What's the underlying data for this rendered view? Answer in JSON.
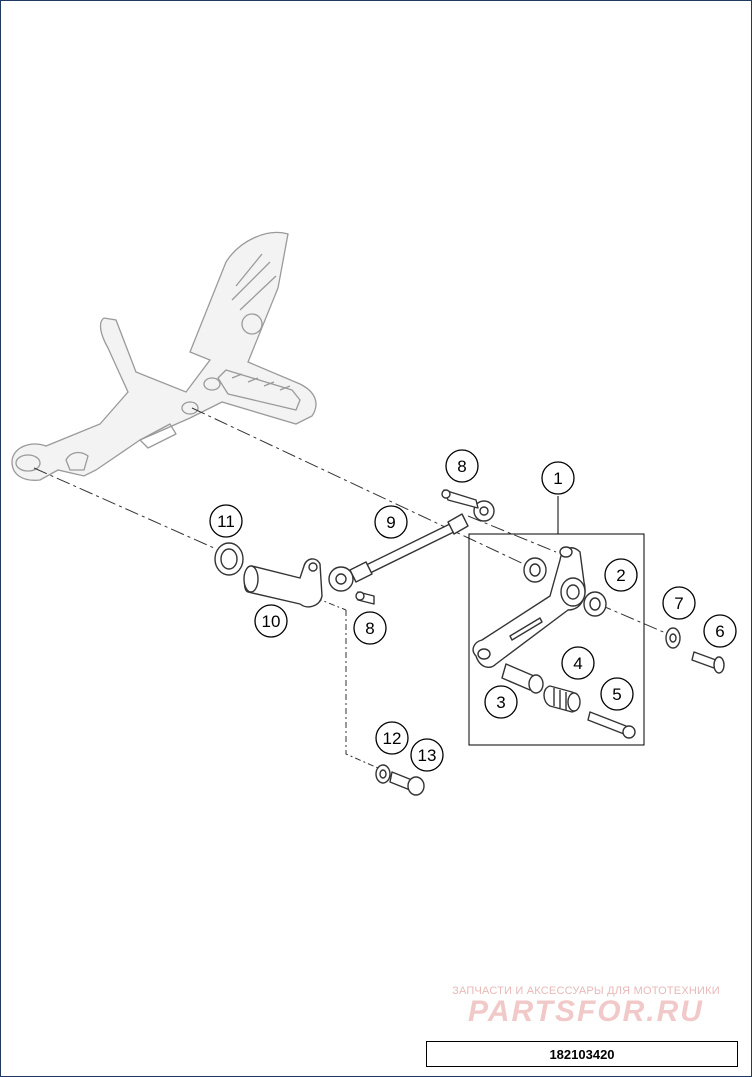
{
  "callouts": {
    "c1": "1",
    "c2": "2",
    "c3": "3",
    "c4": "4",
    "c5": "5",
    "c6": "6",
    "c7": "7",
    "c8a": "8",
    "c8b": "8",
    "c9": "9",
    "c10": "10",
    "c11": "11",
    "c12": "12",
    "c13": "13"
  },
  "watermark": {
    "caption": "ЗАПЧАСТИ И АКСЕССУАРЫ ДЛЯ МОТОТЕХНИКИ",
    "logo": "PARTSFOR.RU"
  },
  "diagram_number": "182103420"
}
